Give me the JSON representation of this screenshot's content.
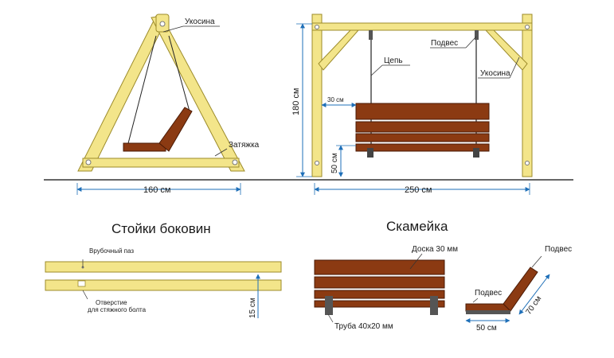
{
  "labels": {
    "ukosina_left": "Укосина",
    "zatyazhka": "Затяжка",
    "podves_top": "Подвес",
    "tsep": "Цепь",
    "ukosina_right": "Укосина",
    "vrubochny_paz": "Врубочный паз",
    "otverstie_l1": "Отверстие",
    "otverstie_l2": "для стяжного болта",
    "doska": "Доска 30 мм",
    "truba": "Труба 40х20 мм",
    "podves_bench_top": "Подвес",
    "podves_bench_left": "Подвес"
  },
  "dimensions": {
    "d160": "160 см",
    "d250": "250 см",
    "d180": "180 см",
    "d30": "30 см",
    "d50": "50 см",
    "d15": "15 см",
    "d50b": "50 см",
    "d70": "70 см"
  },
  "titles": {
    "side_posts": "Стойки боковин",
    "bench": "Скамейка"
  },
  "colors": {
    "wood": "#F3E58A",
    "wood_stroke": "#9C8B2A",
    "plank": "#8B3A12",
    "plank_stroke": "#4A1A05",
    "dim_line": "#1E6FB8",
    "chain": "#222222"
  }
}
